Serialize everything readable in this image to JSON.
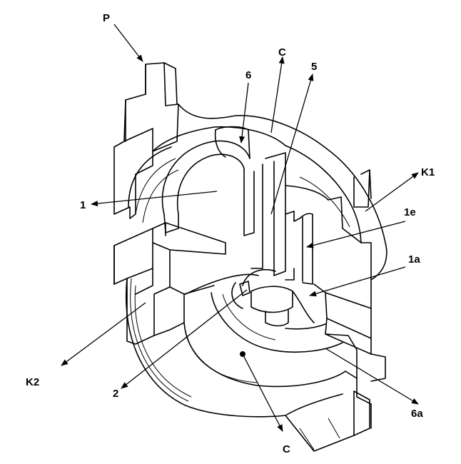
{
  "figure": {
    "labels": {
      "P": "P",
      "6": "6",
      "C_top": "C",
      "5": "5",
      "K1": "K1",
      "1": "1",
      "1e": "1e",
      "1a": "1a",
      "K2": "K2",
      "2": "2",
      "6a": "6a",
      "C_bottom": "C"
    }
  }
}
